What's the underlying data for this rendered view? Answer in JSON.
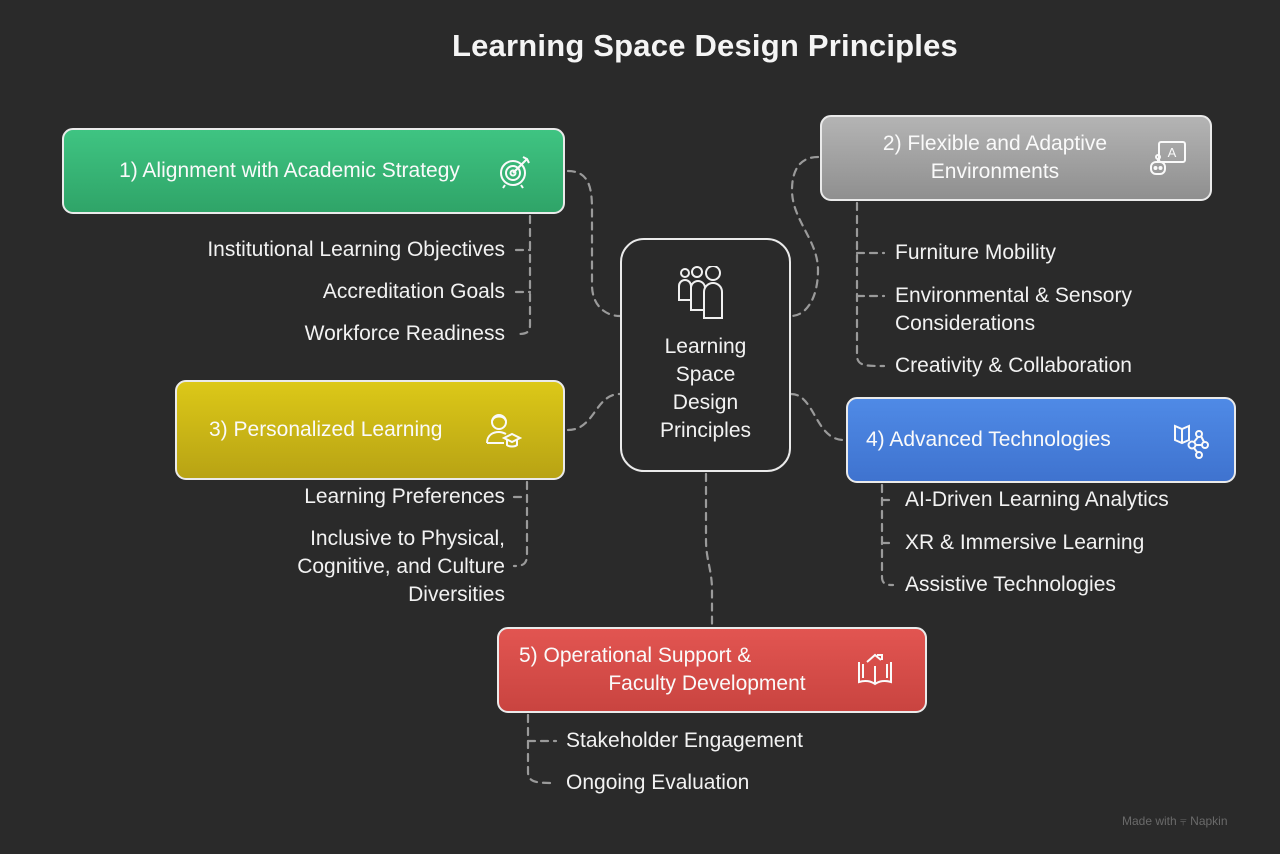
{
  "title": "Learning Space Design Principles",
  "center": {
    "label": "Learning Space Design Principles",
    "lines": [
      "Learning",
      "Space",
      "Design",
      "Principles"
    ],
    "icon": "people-group-icon"
  },
  "branches": [
    {
      "id": 1,
      "label": "1) Alignment with Academic Strategy",
      "color": "#36b574",
      "icon": "target-arrow-icon",
      "items": [
        "Institutional Learning Objectives",
        "Accreditation Goals",
        "Workforce Readiness"
      ]
    },
    {
      "id": 2,
      "label": "2) Flexible and Adaptive Environments",
      "lines": [
        "2) Flexible and Adaptive",
        "Environments"
      ],
      "color": "#a3a3a3",
      "icon": "robot-presentation-icon",
      "items": [
        "Furniture Mobility",
        "Environmental & Sensory Considerations",
        "Creativity & Collaboration"
      ],
      "item_lines": [
        [
          "Furniture Mobility"
        ],
        [
          "Environmental & Sensory",
          "Considerations"
        ],
        [
          "Creativity & Collaboration"
        ]
      ]
    },
    {
      "id": 3,
      "label": "3) Personalized Learning",
      "color": "#cbb616",
      "icon": "student-graduate-icon",
      "items": [
        "Learning Preferences",
        "Inclusive to Physical, Cognitive, and Culture Diversities"
      ],
      "item_lines": [
        [
          "Learning Preferences"
        ],
        [
          "Inclusive to Physical,",
          "Cognitive, and Culture",
          "Diversities"
        ]
      ]
    },
    {
      "id": 4,
      "label": "4) Advanced Technologies",
      "color": "#477fdb",
      "icon": "book-network-icon",
      "items": [
        "AI-Driven Learning Analytics",
        "XR & Immersive Learning",
        "Assistive Technologies"
      ]
    },
    {
      "id": 5,
      "label": "5) Operational Support & Faculty Development",
      "lines": [
        "5) Operational Support &",
        "Faculty Development"
      ],
      "color": "#d74c48",
      "icon": "book-growth-icon",
      "items": [
        "Stakeholder Engagement",
        "Ongoing Evaluation"
      ]
    }
  ],
  "footer": {
    "made_with": "Made with",
    "brand": "Napkin"
  }
}
